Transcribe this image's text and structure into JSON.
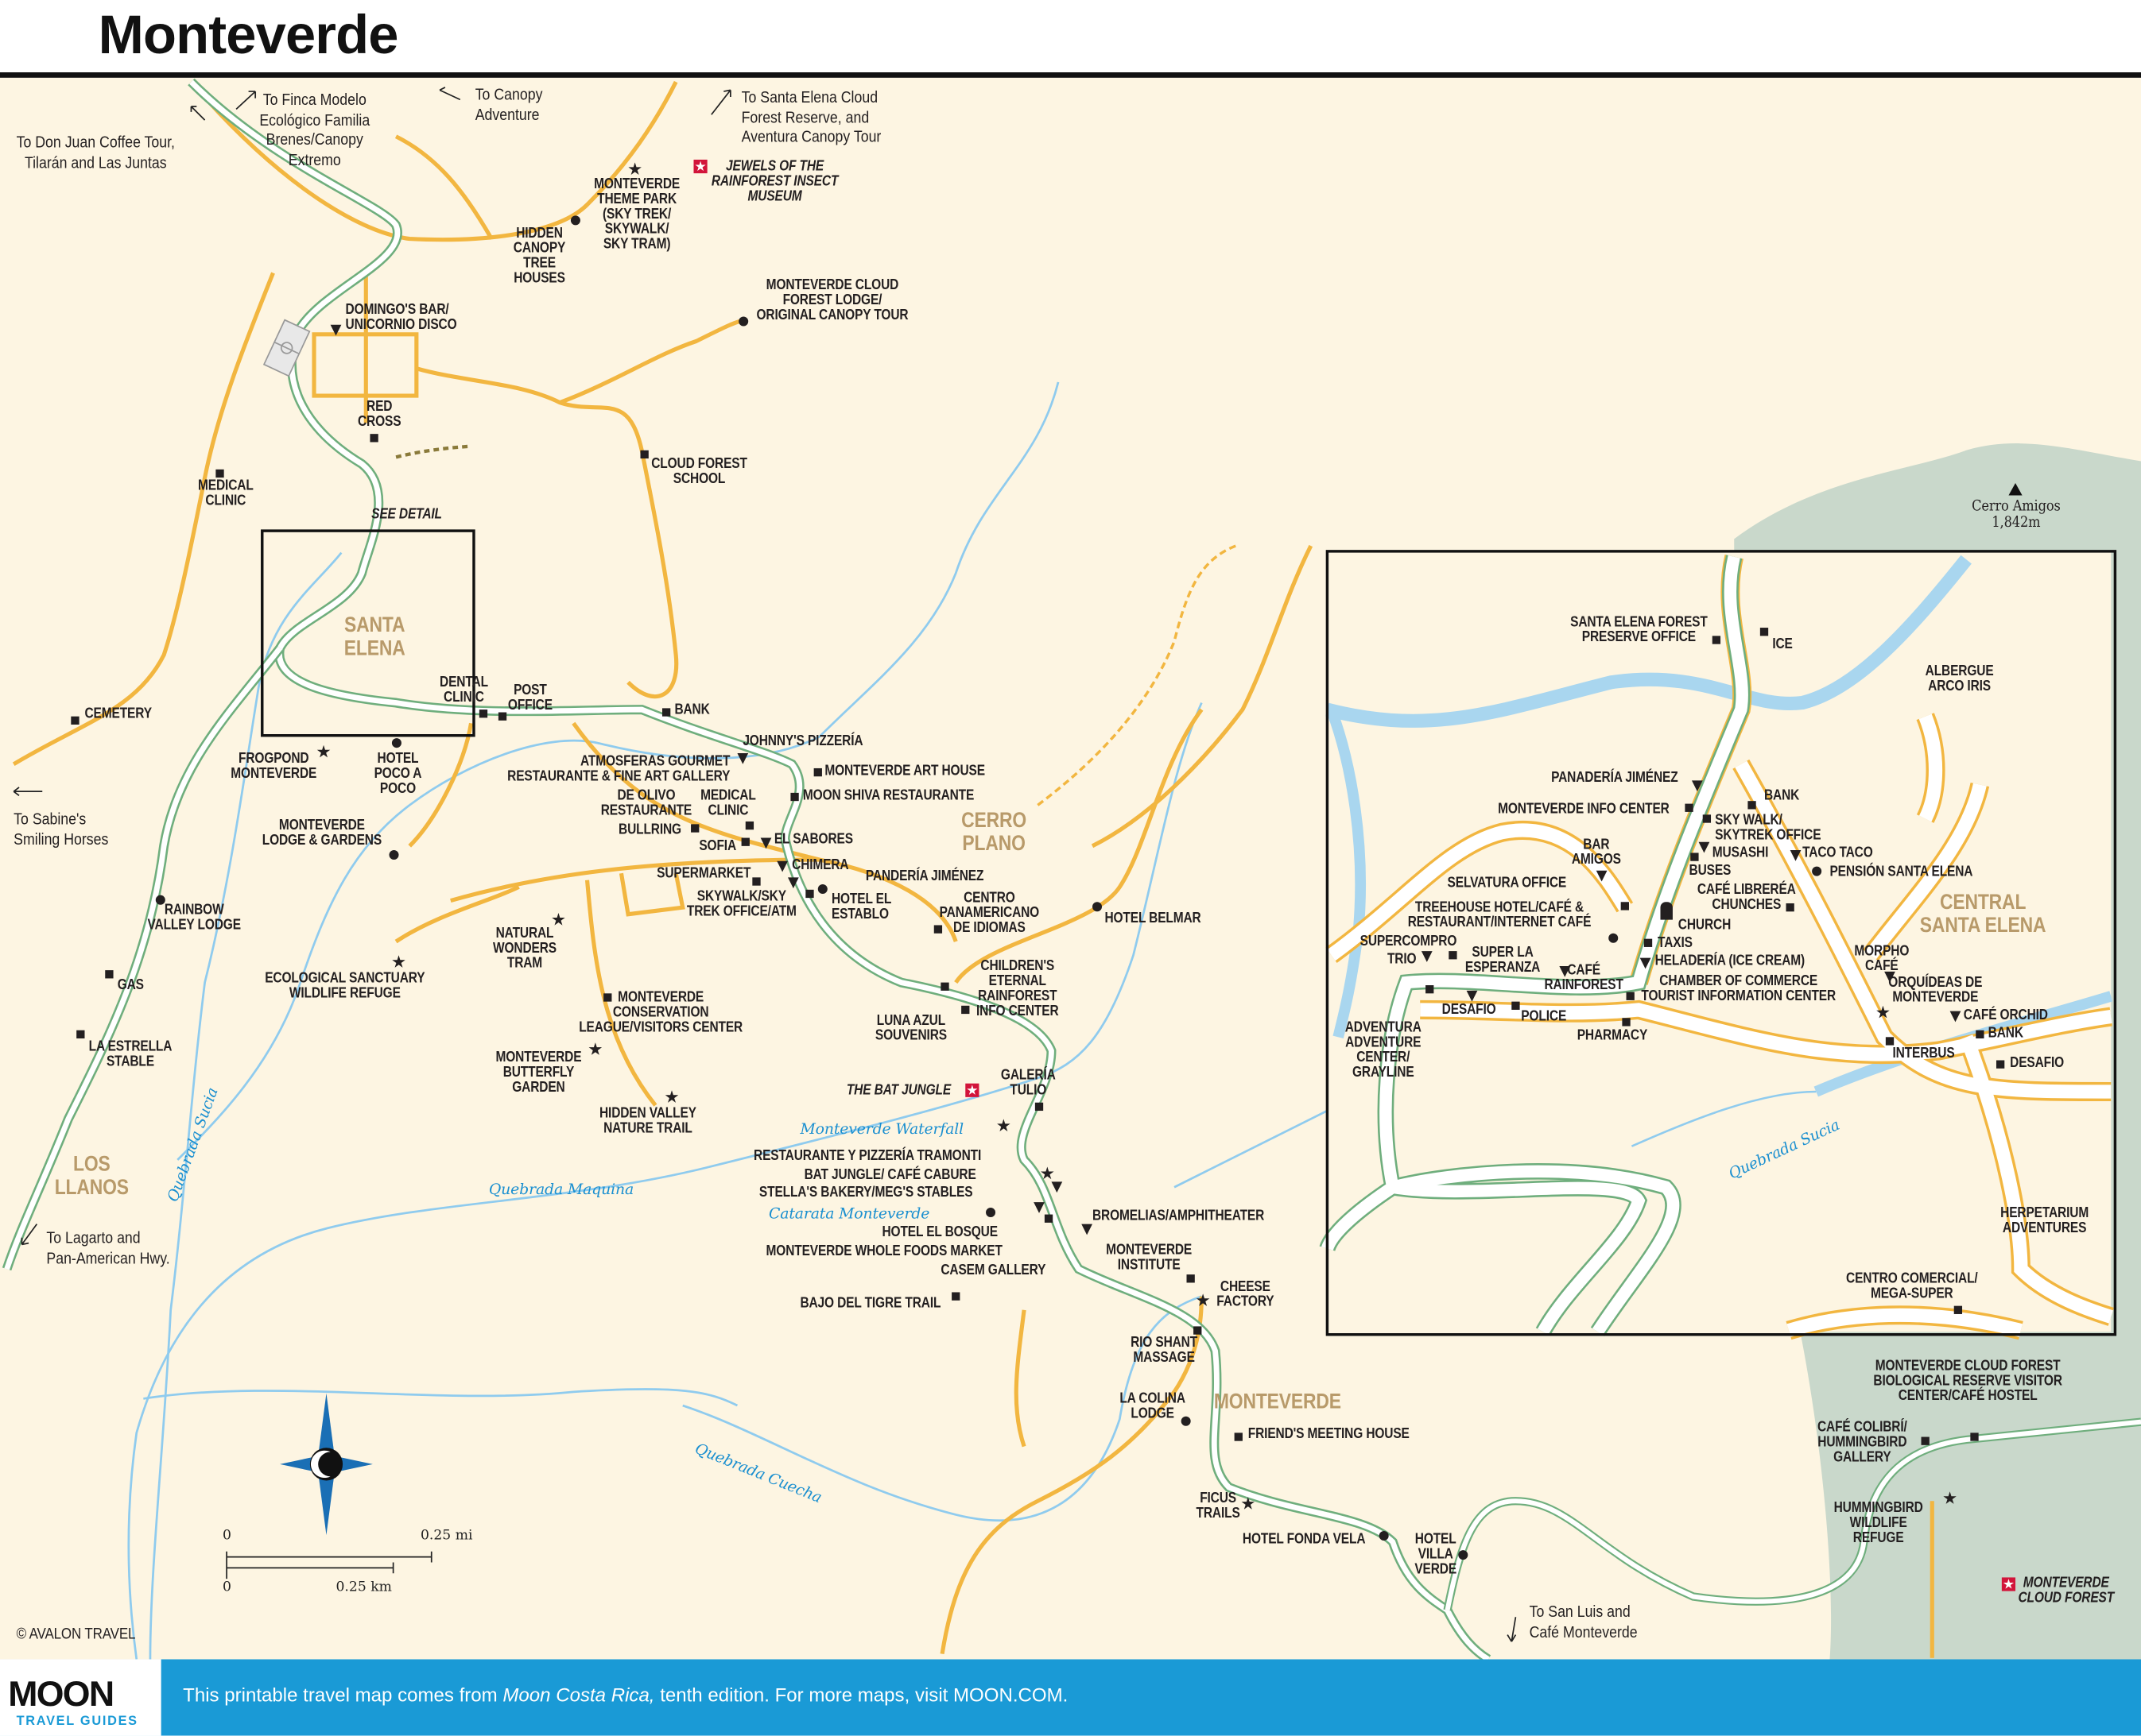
{
  "title": "Monteverde",
  "colors": {
    "background": "#fdf5e2",
    "highway_border": "#6fae7d",
    "road": "#f2b640",
    "river": "#a9d6ef",
    "river_label": "#1a8fd0",
    "town_label": "#b89a6a",
    "reserve_area": "#c9d8cb",
    "footer": "#1a9ad6",
    "attraction_star": "#d2143a"
  },
  "map_labels": {
    "to_finca": "To Finca Modelo\nEcológico Familia\nBrenes/Canopy\nExtremo",
    "to_canopy": "To Canopy\nAdventure",
    "to_don_juan": "To Don Juan Coffee Tour,\nTilarán and Las Juntas",
    "to_santa_elena": "To Santa Elena Cloud\nForest Reserve, and\nAventura Canopy Tour",
    "jewels": "JEWELS OF THE\nRAINFOREST INSECT\nMUSEUM",
    "theme_park": "MONTEVERDE\nTHEME PARK\n(SKY TREK/\nSKYWALK/\nSKY TRAM)",
    "hidden_canopy": "HIDDEN\nCANOPY\nTREE\nHOUSES",
    "cloud_forest_lodge": "MONTEVERDE CLOUD\nFOREST LODGE/\nORIGINAL CANOPY TOUR",
    "domingos": "DOMINGO'S BAR/\nUNICORNIO DISCO",
    "red_cross": "RED\nCROSS",
    "cloud_forest_school": "CLOUD FOREST\nSCHOOL",
    "medical_clinic_nw": "MEDICAL\nCLINIC",
    "see_detail": "SEE DETAIL",
    "santa_elena": "SANTA\nELENA",
    "dental": "DENTAL\nCLINIC",
    "post_office": "POST\nOFFICE",
    "bank": "BANK",
    "cemetery": "CEMETERY",
    "johnnys": "JOHNNY'S PIZZERÍA",
    "atmosferas": "ATMOSFERAS GOURMET\nRESTAURANTE & FINE ART GALLERY",
    "art_house": "MONTEVERDE ART HOUSE",
    "frogpond": "FROGPOND\nMONTEVERDE",
    "poco_a_poco": "HOTEL\nPOCO A\nPOCO",
    "de_olivo": "DE OLIVO\nRESTAURANTE",
    "medical_clinic": "MEDICAL\nCLINIC",
    "moon_shiva": "MOON SHIVA RESTAURANTE",
    "to_sabines": "To Sabine's\nSmiling Horses",
    "bullring": "BULLRING",
    "el_sabores": "EL SABORES",
    "sofia": "SOFIA",
    "cerro_plano": "CERRO\nPLANO",
    "lodge_gardens": "MONTEVERDE\nLODGE & GARDENS",
    "chimera": "CHIMERA",
    "supermarket": "SUPERMARKET",
    "panderia": "PANDERÍA JIMÉNEZ",
    "skywalk_office": "SKYWALK/SKY\nTREK OFFICE/ATM",
    "el_establo": "HOTEL EL\nESTABLO",
    "centro_pan": "CENTRO\nPANAMERICANO\nDE IDIOMAS",
    "rainbow": "RAINBOW\nVALLEY LODGE",
    "belmar": "HOTEL BELMAR",
    "natural_wonders": "NATURAL\nWONDERS\nTRAM",
    "eco_sanctuary": "ECOLOGICAL SANCTUARY\nWILDLIFE REFUGE",
    "gas": "GAS",
    "childrens": "CHILDREN'S\nETERNAL\nRAINFOREST\nINFO CENTER",
    "conservation": "MONTEVERDE\nCONSERVATION\nLEAGUE/VISITORS CENTER",
    "luna_azul": "LUNA AZUL\nSOUVENIRS",
    "la_estrella": "LA ESTRELLA\nSTABLE",
    "butterfly": "MONTEVERDE\nBUTTERFLY\nGARDEN",
    "galeria_tulio": "GALERÍA\nTULIO",
    "bat_jungle": "THE BAT JUNGLE",
    "hidden_valley": "HIDDEN VALLEY\nNATURE TRAIL",
    "waterfall": "Monteverde Waterfall",
    "tramonti": "RESTAURANTE Y PIZZERÍA TRAMONTI",
    "los_llanos": "LOS\nLLANOS",
    "cafe_cabure": "BAT JUNGLE/ CAFÉ CABURE",
    "q_maquina": "Quebrada Maquina",
    "q_sucia": "Quebrada Sucia",
    "stellas": "STELLA'S BAKERY/MEG'S STABLES",
    "catarata": "Catarata Monteverde",
    "bromelias": "BROMELIAS/AMPHITHEATER",
    "el_bosque": "HOTEL EL BOSQUE",
    "to_lagarto": "To Lagarto and\nPan-American Hwy.",
    "whole_foods": "MONTEVERDE WHOLE FOODS MARKET",
    "institute": "MONTEVERDE\nINSTITUTE",
    "casem": "CASEM GALLERY",
    "cheese": "CHEESE\nFACTORY",
    "bajo_tigre": "BAJO DEL TIGRE TRAIL",
    "rio_shant": "RIO SHANT\nMASSAGE",
    "monteverde": "MONTEVERDE",
    "la_colina": "LA COLINA\nLODGE",
    "friends": "FRIEND'S MEETING HOUSE",
    "q_cuecha": "Quebrada Cuecha",
    "ficus": "FICUS\nTRAILS",
    "fonda_vela": "HOTEL FONDA VELA",
    "villa_verde": "HOTEL\nVILLA\nVERDE",
    "to_san_luis": "To San Luis and\nCafé Monteverde",
    "cerro_amigos": "Cerro Amigos\n1,842m",
    "reserve_center": "MONTEVERDE CLOUD FOREST\nBIOLOGICAL RESERVE VISITOR\nCENTER/CAFÉ HOSTEL",
    "cafe_colibri": "CAFÉ COLIBRÍ/\nHUMMINGBIRD\nGALLERY",
    "hummingbird_refuge": "HUMMINGBIRD\nWILDLIFE\nREFUGE",
    "mv_cloud_forest": "MONTEVERDE\nCLOUD FOREST",
    "copyright": "© AVALON TRAVEL"
  },
  "inset_labels": {
    "preserve_office": "SANTA ELENA FOREST\nPRESERVE OFFICE",
    "ice": "ICE",
    "albergue": "ALBERGUE\nARCO IRIS",
    "panaderia": "PANADERÍA JIMÉNEZ",
    "bank1": "BANK",
    "info_center": "MONTEVERDE INFO CENTER",
    "skywalk": "SKY WALK/\nSKYTREK OFFICE",
    "bar_amigos": "BAR\nAMIGOS",
    "musashi": "MUSASHI",
    "taco": "TACO TACO",
    "buses": "BUSES",
    "pension": "PENSIÓN SANTA ELENA",
    "selvatura": "SELVATURA OFFICE",
    "libreria": "CAFÉ LIBRERÉA\nCHUNCHES",
    "central": "CENTRAL\nSANTA ELENA",
    "treehouse": "TREEHOUSE HOTEL/CAFÉ &\nRESTAURANT/INTERNET CAFÉ",
    "church": "CHURCH",
    "supercompro": "SUPERCOMPRO",
    "taxis": "TAXIS",
    "morpho": "MORPHO\nCAFÉ",
    "trio": "TRIO",
    "super_esperanza": "SUPER LA\nESPERANZA",
    "heladeria": "HELADERÍA (ICE CREAM)",
    "cafe_rainforest": "CAFÉ\nRAINFOREST",
    "orquideas": "ORQUÍDEAS DE\nMONTEVERDE",
    "chamber": "CHAMBER OF COMMERCE\nTOURIST INFORMATION CENTER",
    "desafio1": "DESAFIO",
    "police": "POLICE",
    "cafe_orchid": "CAFÉ ORCHID",
    "adventura": "ADVENTURA\nADVENTURE\nCENTER/\nGRAYLINE",
    "pharmacy": "PHARMACY",
    "bank2": "BANK",
    "interbus": "INTERBUS",
    "desafio2": "DESAFIO",
    "q_sucia": "Quebrada Sucia",
    "herpetarium": "HERPETARIUM\nADVENTURES",
    "mega_super": "CENTRO COMERCIAL/\nMEGA-SUPER"
  },
  "scale": {
    "zero_mi": "0",
    "mi": "0.25 mi",
    "zero_km": "0",
    "km": "0.25 km"
  },
  "footer": {
    "logo": "MOON",
    "logo_sub": "TRAVEL GUIDES",
    "msg_pre": "This printable travel map comes from ",
    "msg_book": "Moon Costa Rica,",
    "msg_post": " tenth edition. For more maps, visit MOON.COM."
  }
}
